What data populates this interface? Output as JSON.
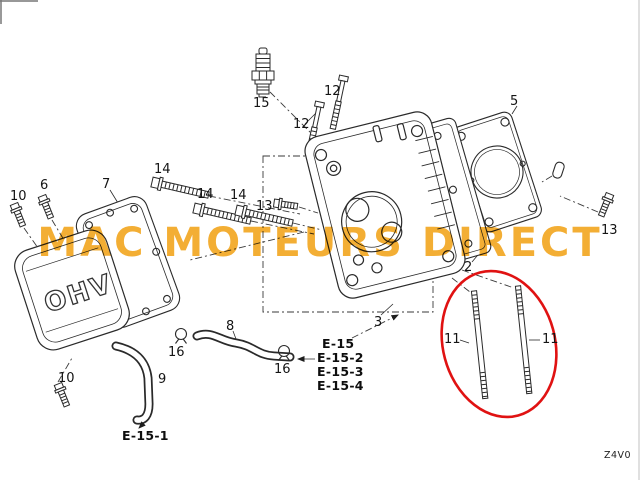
{
  "watermark": {
    "text": "MAC MOTEURS DIRECT",
    "color": "#f2a51e"
  },
  "cover": {
    "embossed_text": "OHV"
  },
  "diagram": {
    "code": "Z4V0",
    "highlight_color": "#e01212",
    "line_color": "#2a2a2a",
    "background": "#ffffff"
  },
  "part_labels": [
    "10",
    "6",
    "7",
    "14",
    "14",
    "14",
    "13",
    "15",
    "12",
    "12",
    "5",
    "13",
    "3",
    "2",
    "8",
    "16",
    "16",
    "9",
    "10",
    "11",
    "11"
  ],
  "ref_labels": [
    "E-15",
    "E-15-2",
    "E-15-3",
    "E-15-4",
    "E-15-1"
  ]
}
